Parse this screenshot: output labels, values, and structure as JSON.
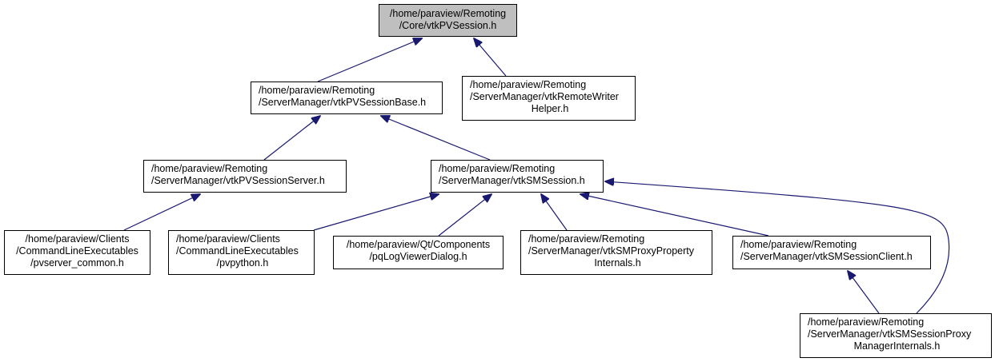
{
  "diagram": {
    "type": "include-dependency-graph",
    "edge_color": "#191970",
    "root_fill": "#bfbfbf",
    "nodes": [
      {
        "id": "root",
        "lines": [
          "/home/paraview/Remoting",
          "/Core/vtkPVSession.h"
        ],
        "root": true
      },
      {
        "id": "pvsessionbase",
        "lines": [
          "/home/paraview/Remoting",
          "/ServerManager/vtkPVSessionBase.h"
        ]
      },
      {
        "id": "remotewriterhelper",
        "lines": [
          "/home/paraview/Remoting",
          "/ServerManager/vtkRemoteWriter",
          "Helper.h"
        ]
      },
      {
        "id": "pvsessionserver",
        "lines": [
          "/home/paraview/Remoting",
          "/ServerManager/vtkPVSessionServer.h"
        ]
      },
      {
        "id": "smsession",
        "lines": [
          "/home/paraview/Remoting",
          "/ServerManager/vtkSMSession.h"
        ]
      },
      {
        "id": "pvserver_common",
        "lines": [
          "/home/paraview/Clients",
          "/CommandLineExecutables",
          "/pvserver_common.h"
        ]
      },
      {
        "id": "pvpython",
        "lines": [
          "/home/paraview/Clients",
          "/CommandLineExecutables",
          "/pvpython.h"
        ]
      },
      {
        "id": "pqlogviewerdialog",
        "lines": [
          "/home/paraview/Qt/Components",
          "/pqLogViewerDialog.h"
        ]
      },
      {
        "id": "smproxypropertyinternals",
        "lines": [
          "/home/paraview/Remoting",
          "/ServerManager/vtkSMProxyProperty",
          "Internals.h"
        ]
      },
      {
        "id": "smsessionclient",
        "lines": [
          "/home/paraview/Remoting",
          "/ServerManager/vtkSMSessionClient.h"
        ]
      },
      {
        "id": "smsessionproxymanagerinternals",
        "lines": [
          "/home/paraview/Remoting",
          "/ServerManager/vtkSMSessionProxy",
          "ManagerInternals.h"
        ]
      }
    ],
    "edges": [
      {
        "from": "pvsessionbase",
        "to": "root"
      },
      {
        "from": "remotewriterhelper",
        "to": "root"
      },
      {
        "from": "pvsessionserver",
        "to": "pvsessionbase"
      },
      {
        "from": "smsession",
        "to": "pvsessionbase"
      },
      {
        "from": "pvserver_common",
        "to": "pvsessionserver"
      },
      {
        "from": "pvpython",
        "to": "smsession"
      },
      {
        "from": "pqlogviewerdialog",
        "to": "smsession"
      },
      {
        "from": "smproxypropertyinternals",
        "to": "smsession"
      },
      {
        "from": "smsessionclient",
        "to": "smsession"
      },
      {
        "from": "smsessionproxymanagerinternals",
        "to": "smsession"
      },
      {
        "from": "smsessionproxymanagerinternals",
        "to": "smsessionclient"
      }
    ]
  }
}
